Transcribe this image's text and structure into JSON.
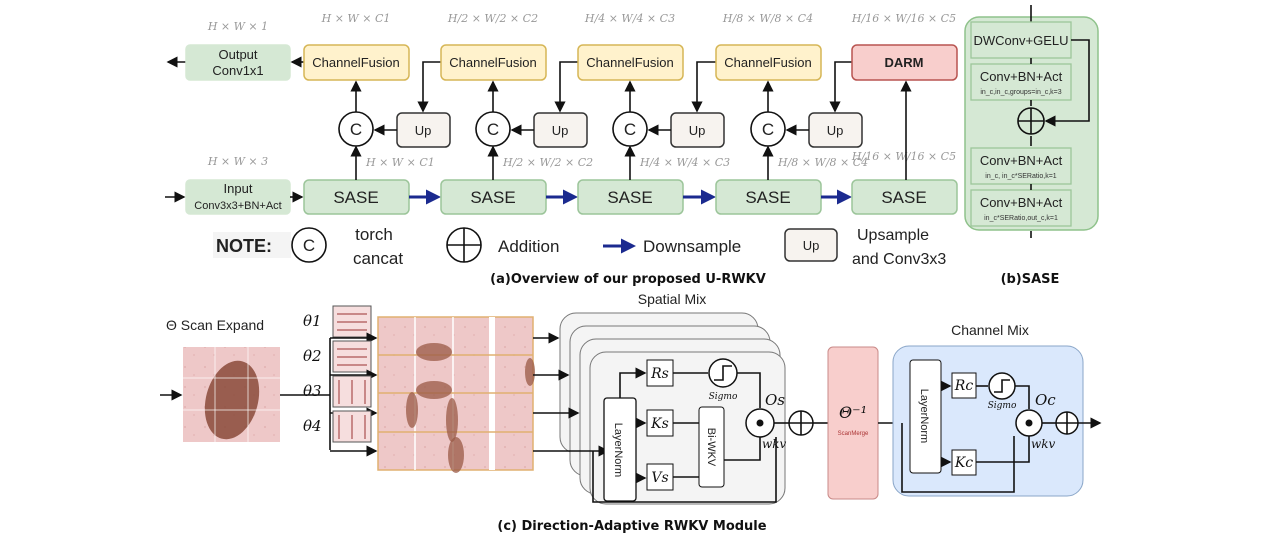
{
  "overview": {
    "caption": "(a)Overview of our proposed U-RWKV",
    "output_box": {
      "line1": "Output",
      "line2": "Conv1x1",
      "dim": "H × W × 1"
    },
    "input_box": {
      "line1": "Input",
      "line2": "Conv3x3+BN+Act",
      "dim": "H × W × 3"
    },
    "fusion_label": "ChannelFusion",
    "darm_label": "DARM",
    "sase_label": "SASE",
    "up_label": "Up",
    "concat_symbol": "C",
    "top_dims": [
      "H × W × C1",
      "H/2 × W/2 × C2",
      "H/4 × W/4 × C3",
      "H/8 × W/8 × C4",
      "H/16 × W/16 × C5"
    ],
    "bottom_dims": [
      "H × W × C1",
      "H/2 × W/2 × C2",
      "H/4 × W/4 × C3",
      "H/8 × W/8 × C4",
      "H/16 × W/16 × C5"
    ],
    "note": {
      "title": "NOTE:",
      "concat_line1": "torch",
      "concat_line2": "cancat",
      "addition": "Addition",
      "downsample": "Downsample",
      "up": "Up",
      "upsample_line1": "Upsample",
      "upsample_line2": "and Conv3x3"
    }
  },
  "sase": {
    "caption": "(b)SASE",
    "blocks": [
      {
        "title": "DWConv+GELU",
        "sub": ""
      },
      {
        "title": "Conv+BN+Act",
        "sub": "in_c,in_c,groups=in_c,k=3"
      },
      {
        "title": "Conv+BN+Act",
        "sub": "in_c, in_c*SERatio,k=1"
      },
      {
        "title": "Conv+BN+Act",
        "sub": "in_c*SERatio,out_c,k=1"
      }
    ]
  },
  "darm": {
    "caption": "(c) Direction-Adaptive RWKV Module",
    "scan_expand": "Θ Scan Expand",
    "thetas": [
      "θ1",
      "θ2",
      "θ3",
      "θ4"
    ],
    "spatial_mix": {
      "title": "Spatial Mix",
      "layernorm": "LayerNorm",
      "r": "Rs",
      "k": "Ks",
      "v": "Vs",
      "sigmoid": "Sigmo",
      "biwkv": "Bi-WKV",
      "o": "Os",
      "wkv": "wkv"
    },
    "scan_merge": {
      "symbol": "Θ⁻¹",
      "label": "ScanMerge"
    },
    "channel_mix": {
      "title": "Channel Mix",
      "layernorm": "LayerNorm",
      "r": "Rc",
      "k": "Kc",
      "sigmoid": "Sigmo",
      "o": "Oc",
      "wkv": "wkv"
    }
  },
  "colors": {
    "green": "#d5e8d4",
    "yellow": "#fff2cc",
    "red": "#f8cecc",
    "blue": "#dae8fc",
    "downsample_arrow": "#1b2a8f"
  }
}
